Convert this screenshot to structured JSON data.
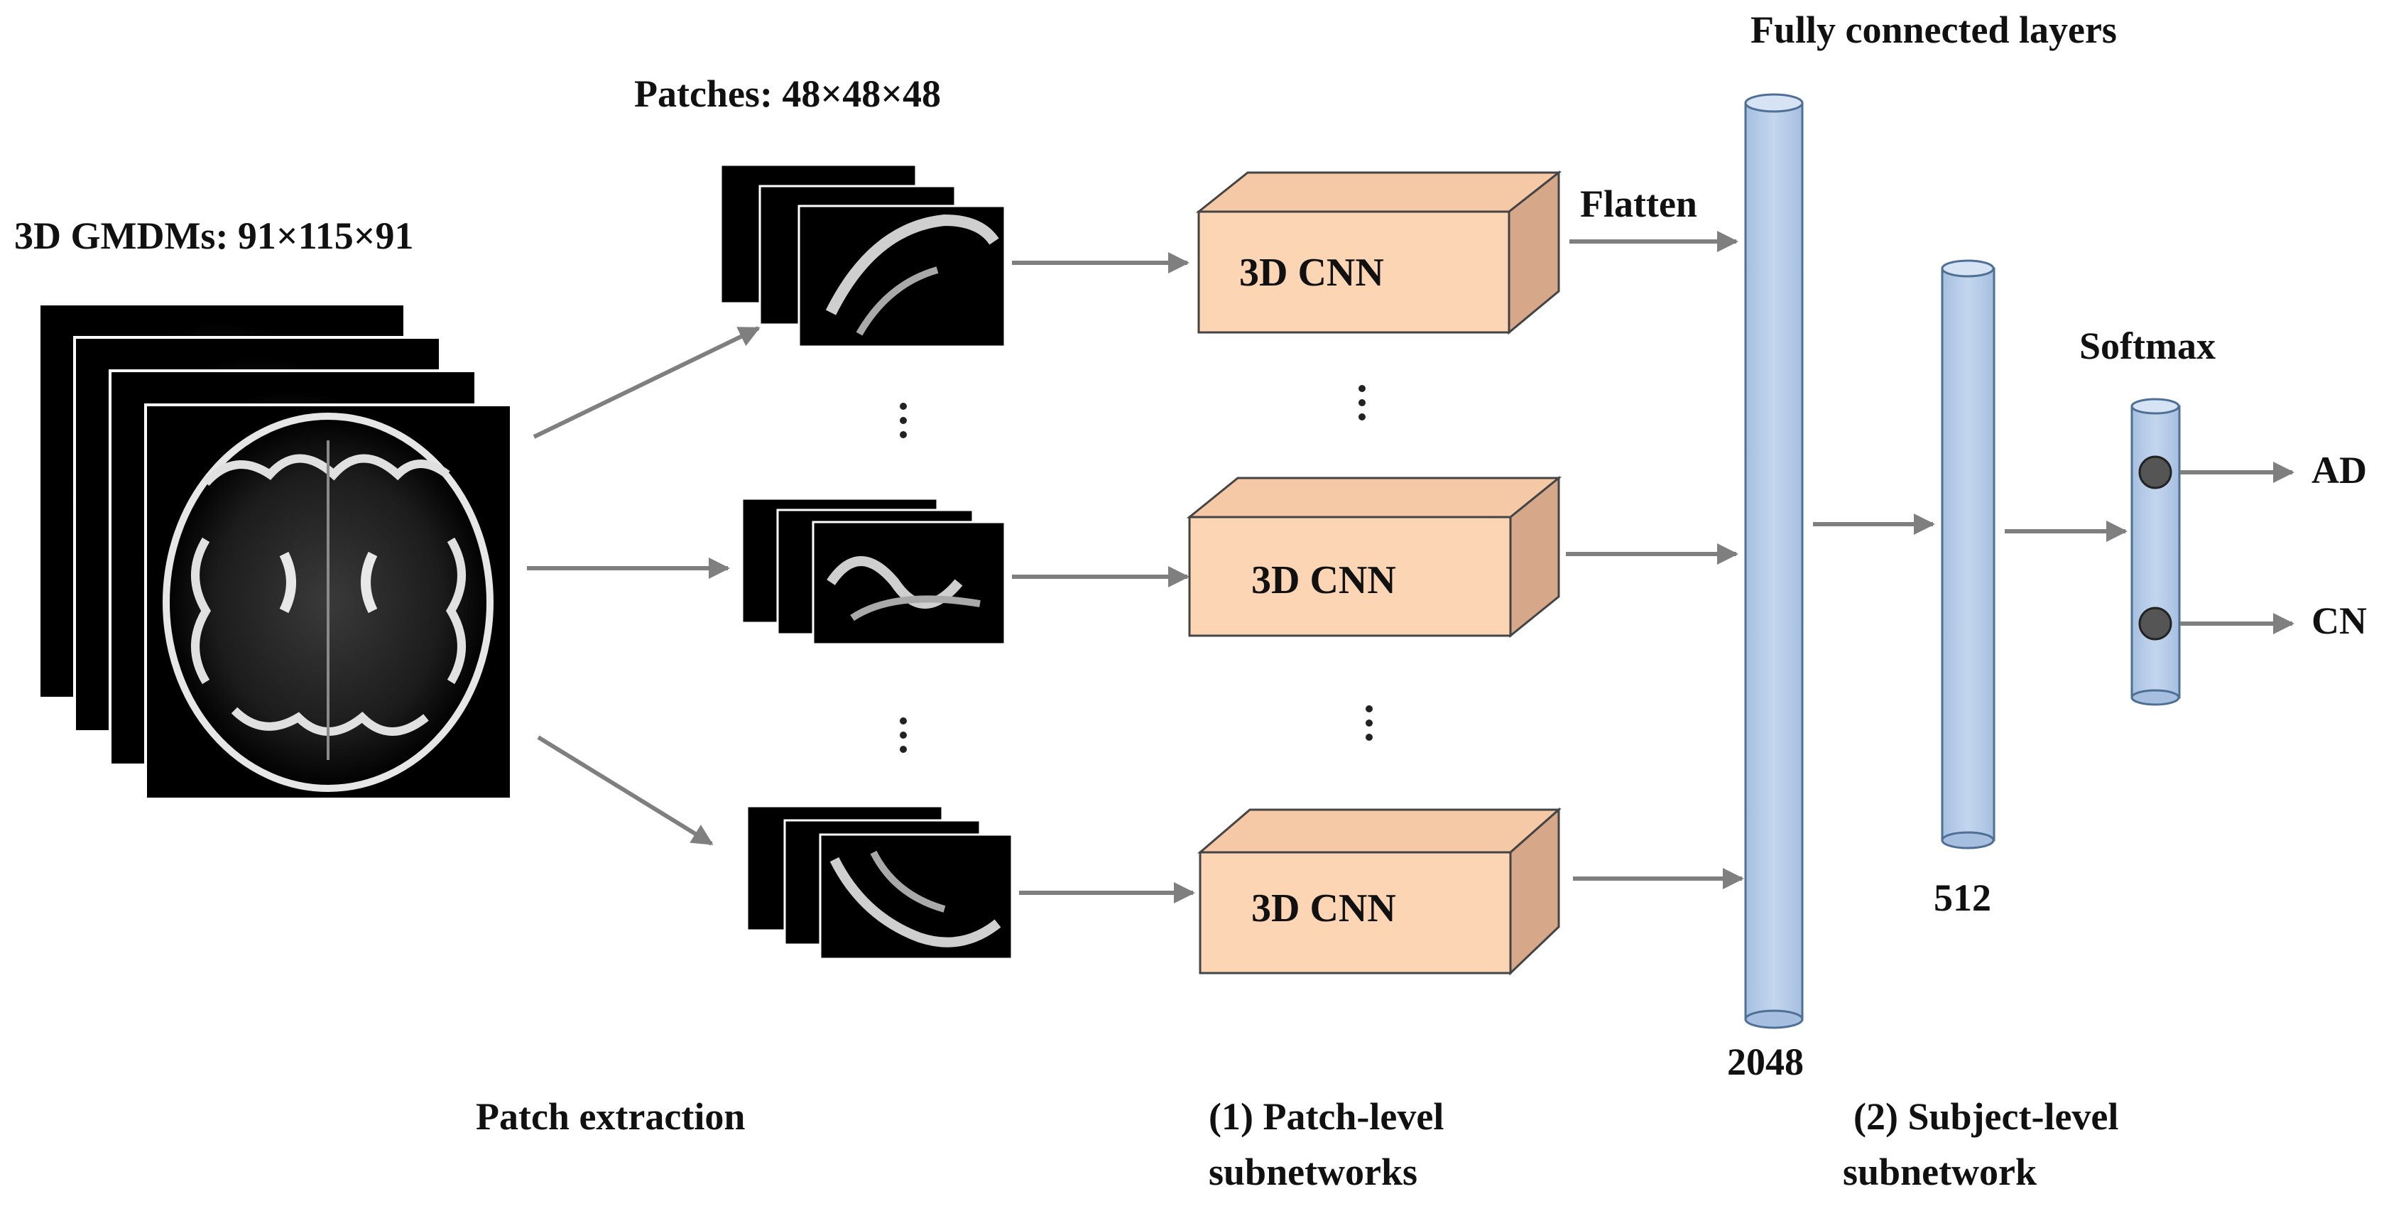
{
  "labels": {
    "gmdm": "3D GMDMs:  91×115×91",
    "patches": "Patches: 48×48×48",
    "flatten": "Flatten",
    "fc_layers": "Fully connected layers",
    "softmax": "Softmax",
    "fc1_size": "2048",
    "fc2_size": "512",
    "out_ad": "AD",
    "out_cn": "CN",
    "stage_patch_extraction": "Patch extraction",
    "stage_patch_level_line1": "(1) Patch-level",
    "stage_patch_level_line2": "subnetworks",
    "stage_subject_level_line1": "(2) Subject-level",
    "stage_subject_level_line2": "subnetwork"
  },
  "cnn_blocks": [
    {
      "label": "3D CNN"
    },
    {
      "label": "3D CNN"
    },
    {
      "label": "3D CNN"
    }
  ],
  "colors": {
    "cnn_front": "#fcd5b5",
    "cnn_top": "#f6c9a6",
    "cnn_side": "#d6a889",
    "fc_fill": "#b7cde8",
    "fc_stroke": "#4f6f95",
    "arrow": "#7f7f7f",
    "mri_bg": "#000000"
  }
}
